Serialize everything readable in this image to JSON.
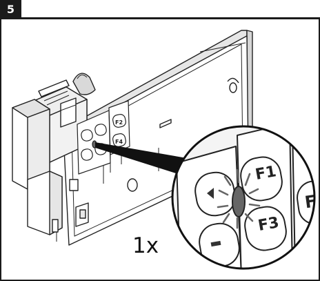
{
  "step": {
    "number": "5"
  },
  "annotation": {
    "press_count": "1x"
  },
  "device": {
    "keys_small": [
      "F2",
      "F4"
    ],
    "keys_zoom": [
      "F1",
      "F3",
      "F"
    ]
  },
  "colors": {
    "frame": "#1b1b1b",
    "line": "#222222",
    "fill_light": "#ffffff",
    "fill_shadow": "#d9d9d9",
    "led": "#666666"
  }
}
